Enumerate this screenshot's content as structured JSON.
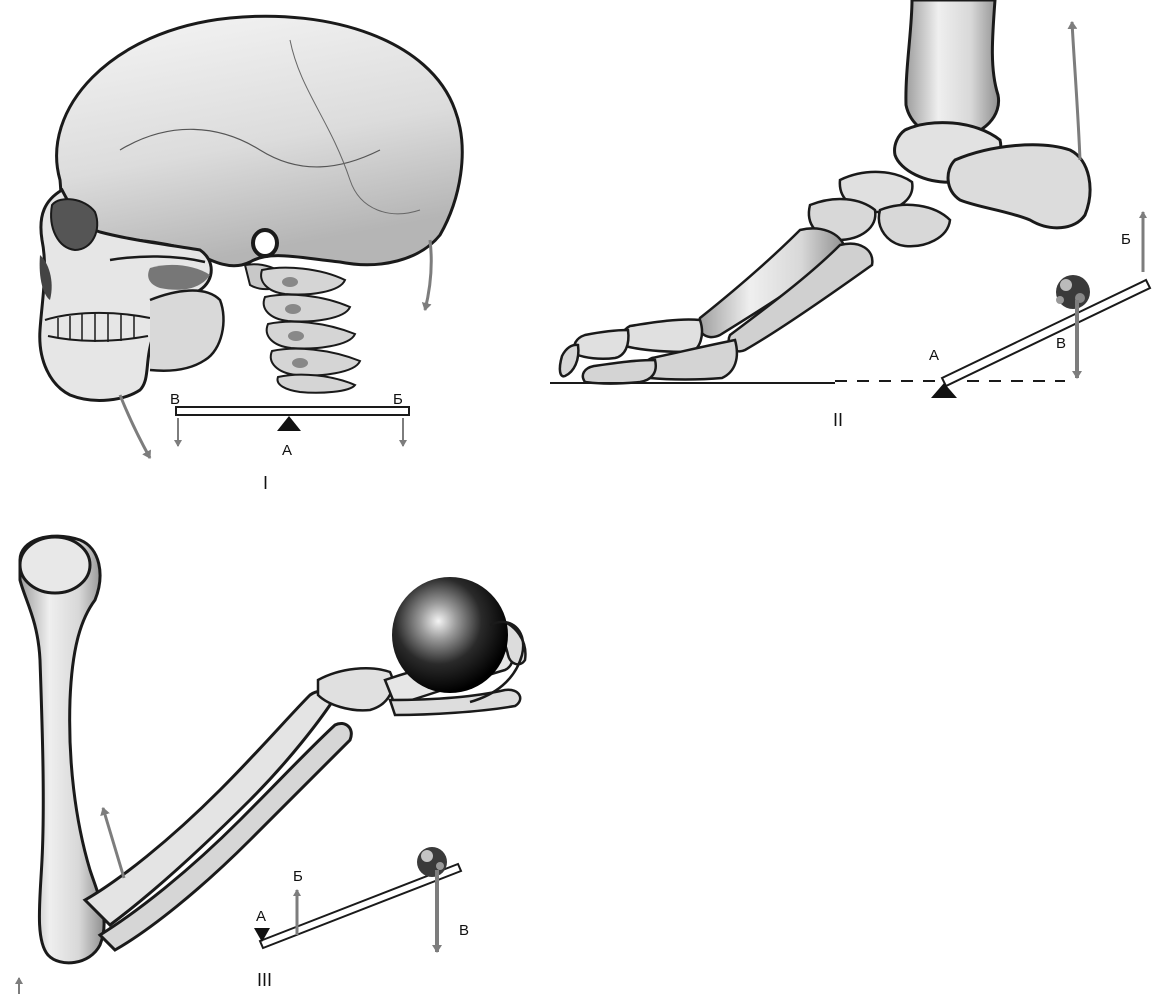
{
  "panels": [
    {
      "id": "I",
      "numeral": "I",
      "subject": "skull on cervical spine",
      "lever": {
        "fulcrum": "А",
        "left_end": "В",
        "right_end": "Б"
      }
    },
    {
      "id": "II",
      "numeral": "II",
      "subject": "foot skeleton",
      "lever": {
        "fulcrum": "А",
        "force_up": "Б",
        "force_down": "В"
      }
    },
    {
      "id": "III",
      "numeral": "III",
      "subject": "arm holding ball",
      "lever": {
        "fulcrum": "А",
        "force_up": "Б",
        "force_down": "В"
      }
    }
  ],
  "colors": {
    "bone": "#ececec",
    "bone_shade": "#b9b9b9",
    "outline": "#1a1a1a",
    "arrow": "#7d7d7d",
    "ball": "#111111"
  }
}
